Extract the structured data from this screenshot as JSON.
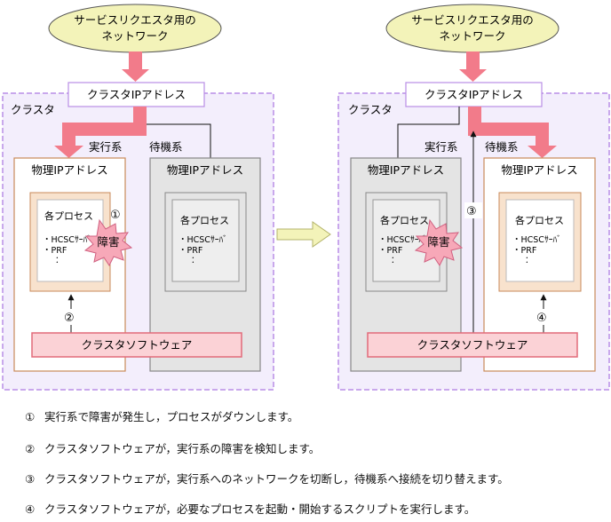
{
  "left": {
    "network": {
      "line1": "サービスリクエスタ用の",
      "line2": "ネットワーク"
    },
    "cluster_ip": "クラスタIPアドレス",
    "cluster_label": "クラスタ",
    "active_label": "実行系",
    "standby_label": "待機系",
    "physical_ip_active": "物理IPアドレス",
    "physical_ip_standby": "物理IPアドレス",
    "process_title_active": "各プロセス",
    "process_items_active": [
      "・HCSCｻｰﾊﾞ",
      "・PRF",
      "："
    ],
    "process_title_standby": "各プロセス",
    "process_items_standby": [
      "・HCSCｻｰﾊﾞ",
      "・PRF",
      "："
    ],
    "failure_label": "障害",
    "marker_1": "①",
    "marker_2": "②",
    "cluster_software": "クラスタソフトウェア"
  },
  "right": {
    "network": {
      "line1": "サービスリクエスタ用の",
      "line2": "ネットワーク"
    },
    "cluster_ip": "クラスタIPアドレス",
    "cluster_label": "クラスタ",
    "active_label": "実行系",
    "standby_label": "待機系",
    "physical_ip_active": "物理IPアドレス",
    "physical_ip_standby": "物理IPアドレス",
    "process_title_active": "各プロセス",
    "process_items_active": [
      "・HCSCｻｰﾊﾞ",
      "・PRF",
      "："
    ],
    "process_title_standby": "各プロセス",
    "process_items_standby": [
      "・HCSCｻｰﾊﾞ",
      "・PRF",
      "："
    ],
    "failure_label": "障害",
    "marker_3": "③",
    "marker_4": "④",
    "cluster_software": "クラスタソフトウェア"
  },
  "legend": [
    {
      "num": "①",
      "text": "実行系で障害が発生し，プロセスがダウンします。"
    },
    {
      "num": "②",
      "text": "クラスタソフトウェアが，実行系の障害を検知します。"
    },
    {
      "num": "③",
      "text": "クラスタソフトウェアが，実行系へのネットワークを切断し，待機系へ接続を切り替えます。"
    },
    {
      "num": "④",
      "text": "クラスタソフトウェアが，必要なプロセスを起動・開始するスクリプトを実行します。"
    }
  ],
  "colors": {
    "network_fill": "#f3f3b9",
    "cluster_fill": "#f3eefc",
    "cluster_border": "#b98ee6",
    "arrow_pink": "#f27b8a",
    "process_orange": "#f8e2cd",
    "process_orange_border": "#c98a5a",
    "standby_gray": "#e4e4e4",
    "software_fill": "#fbd2d6",
    "failure_star": "#f7a8b8"
  }
}
